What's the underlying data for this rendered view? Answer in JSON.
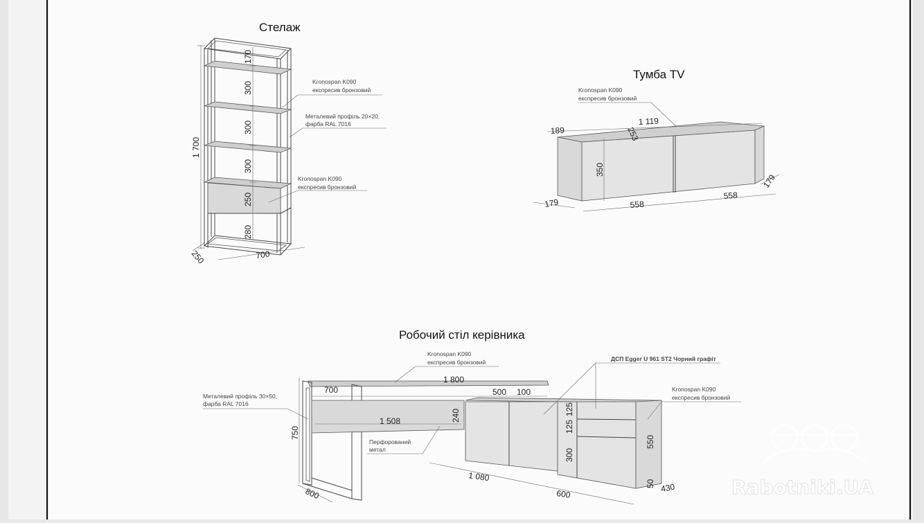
{
  "titles": {
    "shelving": "Стелаж",
    "tv": "Тумба TV",
    "desk": "Робочий стіл керівника"
  },
  "shelving": {
    "height": "1 700",
    "width": "700",
    "depth": "250",
    "gaps": [
      "170",
      "300",
      "300",
      "300",
      "250",
      "280"
    ],
    "note_top": [
      "Kronospan K090",
      "експресив бронзовий"
    ],
    "note_profile": [
      "Металевий профіль 20×20,",
      "фарба RAL 7016"
    ],
    "note_box": [
      "Kronospan K090",
      "експресив бронзовий"
    ]
  },
  "tv": {
    "note": [
      "Kronospan K090",
      "експресив бронзовий"
    ],
    "length": "1 119",
    "top_left": "189",
    "diag": "253",
    "height": "350",
    "depth_left": "179",
    "depth_right": "179",
    "door_left": "558",
    "door_right": "558"
  },
  "desk": {
    "note_top": [
      "Kronospan K090",
      "експресив бронзовий"
    ],
    "note_profile": [
      "Металевий профіль 30×50,",
      "фарба RAL 7016"
    ],
    "note_perf": [
      "Перфорований",
      "метал"
    ],
    "note_dsp": "ДСП Egger U 961 ST2 Чорний графіт",
    "note_side": [
      "Kronospan K090",
      "експресив бронзовий"
    ],
    "top_length": "1 800",
    "leg_width": "700",
    "cab_500": "500",
    "cab_100": "100",
    "panel_240": "240",
    "inner_1508": "1 508",
    "height_750": "750",
    "depth_800": "800",
    "drawer_125a": "125",
    "drawer_125b": "125",
    "drawer_300": "300",
    "side_550": "550",
    "plinth_50": "50",
    "len_1080": "1 080",
    "len_600": "600",
    "dep_430": "430"
  },
  "watermark": "Rabotniki.UA"
}
